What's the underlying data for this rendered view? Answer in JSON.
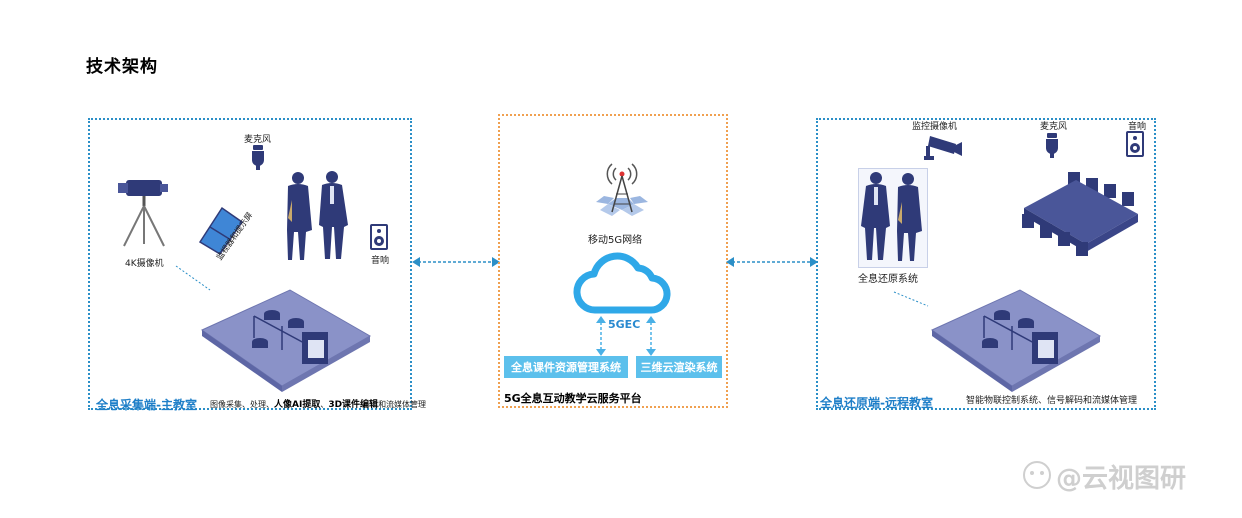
{
  "title": "技术架构",
  "left_panel": {
    "title": "全息采集端-主教室",
    "desc_prefix": "图像采集、处理、",
    "desc_bold1": "人像AI提取",
    "desc_sep": "、",
    "desc_bold2": "3D课件编辑",
    "desc_suffix": "和流媒体管理",
    "microphone": "麦克风",
    "camera": "4K摄像机",
    "monitor": "监视器和提示屏",
    "speaker": "音响"
  },
  "middle_panel": {
    "caption": "5G全息互动教学云服务平台",
    "network": "移动5G网络",
    "gec": "5GEC",
    "system1": "全息课件资源管理系统",
    "system2": "三维云渲染系统"
  },
  "right_panel": {
    "title": "全息还原端-远程教室",
    "desc": "智能物联控制系统、信号解码和流媒体管理",
    "surveillance": "监控摄像机",
    "microphone": "麦克风",
    "speaker": "音响",
    "hologram": "全息还原系统"
  },
  "watermark": "@云视图研",
  "colors": {
    "accent_blue": "#2b8fc7",
    "system_box": "#5cc0ec",
    "panel_orange": "#f0a050",
    "device_navy": "#2f3a78"
  }
}
